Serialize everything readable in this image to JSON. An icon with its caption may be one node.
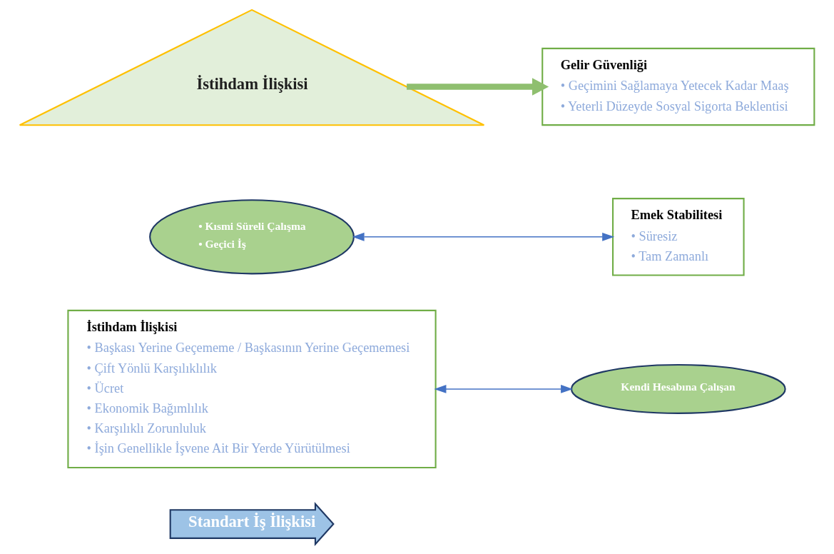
{
  "diagram": {
    "nodes": [
      {
        "text": [
          "Standart İş İlişkisi"
        ]
      },
      {
        "text": [
          "İstihdam İlişkisi",
          "• Başkası Yerine Geçememe / Başkasının Yerine Geçememesi",
          "• Çift Yönlü Karşılıklılık",
          "• Ücret",
          "• Ekonomik Bağımlılık",
          "• Karşılıklı Zorunluluk",
          "• İşin Genellikle İşvene Ait Bir Yerde Yürütülmesi"
        ]
      },
      {
        "text": [
          "Kendi Hesabına Çalışan"
        ]
      },
      {
        "text": [
          "• Kısmi Süreli Çalışma",
          "• Geçici İş"
        ]
      },
      {
        "text": [
          "İstihdam İlişkisi"
        ]
      },
      {
        "text": [
          "Gelir Güvenliği",
          "• Geçimini Sağlamaya Yetecek Kadar Maaş",
          "• Yeterli Düzeyde Sosyal Sigorta Beklentisi"
        ]
      },
      {
        "text": [
          "Emek Stabilitesi",
          "• Süresiz",
          "• Tam Zamanlı"
        ]
      }
    ],
    "edges": [
      {
        "from": 1,
        "to": 2,
        "arrow": "both"
      },
      {
        "from": 3,
        "to": 6,
        "arrow": "both"
      },
      {
        "from": 4,
        "to": 5,
        "arrow": "to",
        "style": "thick",
        "color": "#8fbf6f"
      }
    ]
  }
}
